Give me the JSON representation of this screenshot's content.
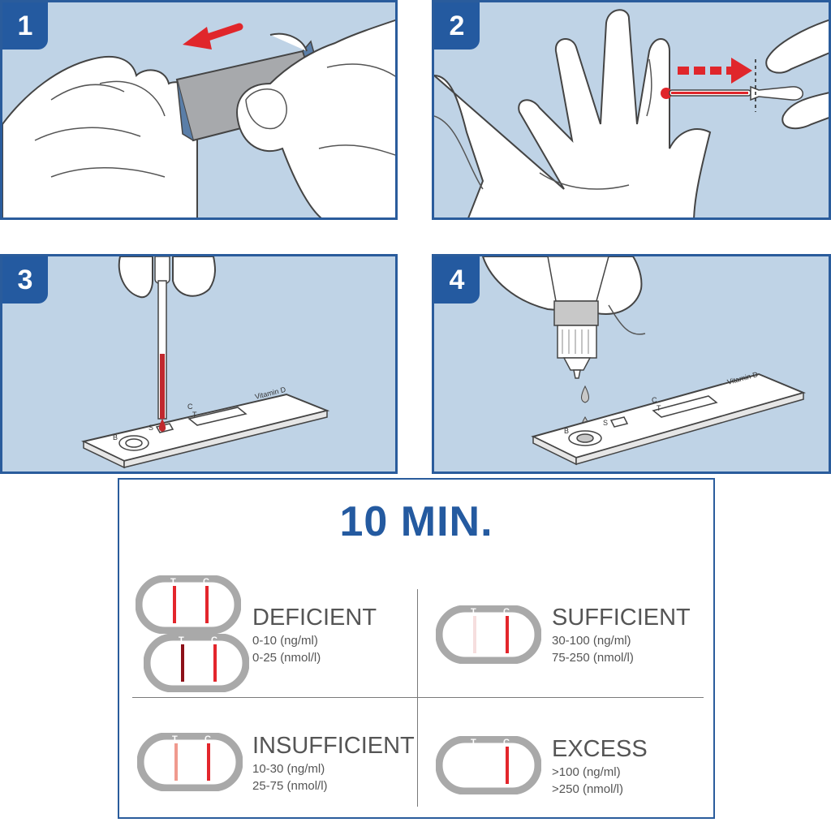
{
  "steps": [
    {
      "number": "1"
    },
    {
      "number": "2"
    },
    {
      "number": "3"
    },
    {
      "number": "4"
    }
  ],
  "cassette": {
    "brand_label": "Vitamin D",
    "control_mark": "C",
    "test_mark": "T",
    "sample_mark": "S",
    "buffer_mark": "B"
  },
  "results": {
    "wait_time": "10 MIN.",
    "strip_labels": {
      "test": "T",
      "control": "C"
    },
    "levels": [
      {
        "name": "DEFICIENT",
        "range_ngml": "0-10 (ng/ml)",
        "range_nmoll": "0-25 (nmol/l)",
        "test_line_colors": [
          "#e3262c",
          "#8d1018"
        ]
      },
      {
        "name": "SUFFICIENT",
        "range_ngml": "30-100 (ng/ml)",
        "range_nmoll": "75-250 (nmol/l)",
        "test_line_colors": [
          "#f6dede"
        ]
      },
      {
        "name": "INSUFFICIENT",
        "range_ngml": "10-30 (ng/ml)",
        "range_nmoll": "25-75 (nmol/l)",
        "test_line_colors": [
          "#f09a8e"
        ]
      },
      {
        "name": "EXCESS",
        "range_ngml": ">100 (ng/ml)",
        "range_nmoll": ">250 (nmol/l)",
        "test_line_colors": [
          ""
        ]
      }
    ]
  },
  "colors": {
    "panel_bg": "#bfd3e6",
    "brand_blue": "#245aa0",
    "control_line": "#e3262c",
    "strip_gray": "#a9a9a9",
    "text_gray": "#555555"
  }
}
